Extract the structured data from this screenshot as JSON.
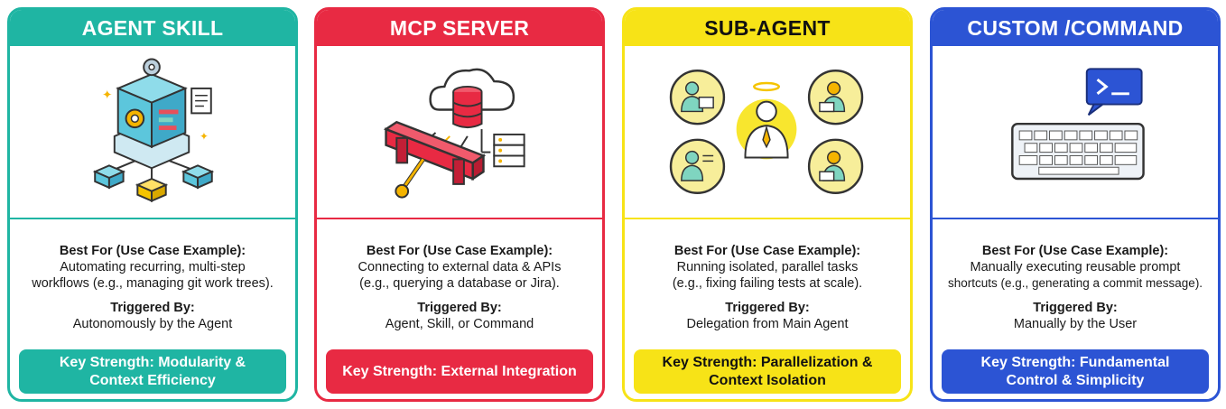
{
  "colors": {
    "teal": "#1fb5a3",
    "red": "#e82a43",
    "yellow": "#f7e317",
    "blue": "#2c54d4"
  },
  "labels": {
    "best_for": "Best For (Use Case Example):",
    "triggered_by": "Triggered By:"
  },
  "cards": [
    {
      "title": "AGENT SKILL",
      "icon": "skill-cube-icon",
      "best_for": [
        "Automating recurring, multi-step",
        "workflows (e.g., managing git work trees)."
      ],
      "triggered_by": "Autonomously by the Agent",
      "strength": [
        "Key Strength: Modularity &",
        "Context Efficiency"
      ]
    },
    {
      "title": "MCP SERVER",
      "icon": "server-bridge-icon",
      "best_for": [
        "Connecting to external data & APIs",
        "(e.g., querying a database or Jira)."
      ],
      "triggered_by": "Agent, Skill, or Command",
      "strength": [
        "Key Strength: External Integration"
      ]
    },
    {
      "title": "SUB-AGENT",
      "icon": "delegation-agents-icon",
      "best_for": [
        "Running isolated, parallel tasks",
        "(e.g., fixing failing tests at scale)."
      ],
      "triggered_by": "Delegation from Main Agent",
      "strength": [
        "Key Strength: Parallelization &",
        "Context Isolation"
      ]
    },
    {
      "title": "CUSTOM /COMMAND",
      "icon": "keyboard-terminal-icon",
      "best_for": [
        "Manually executing reusable prompt",
        "shortcuts (e.g., generating a commit message)."
      ],
      "triggered_by": "Manually by the User",
      "strength": [
        "Key Strength: Fundamental",
        "Control & Simplicity"
      ]
    }
  ]
}
